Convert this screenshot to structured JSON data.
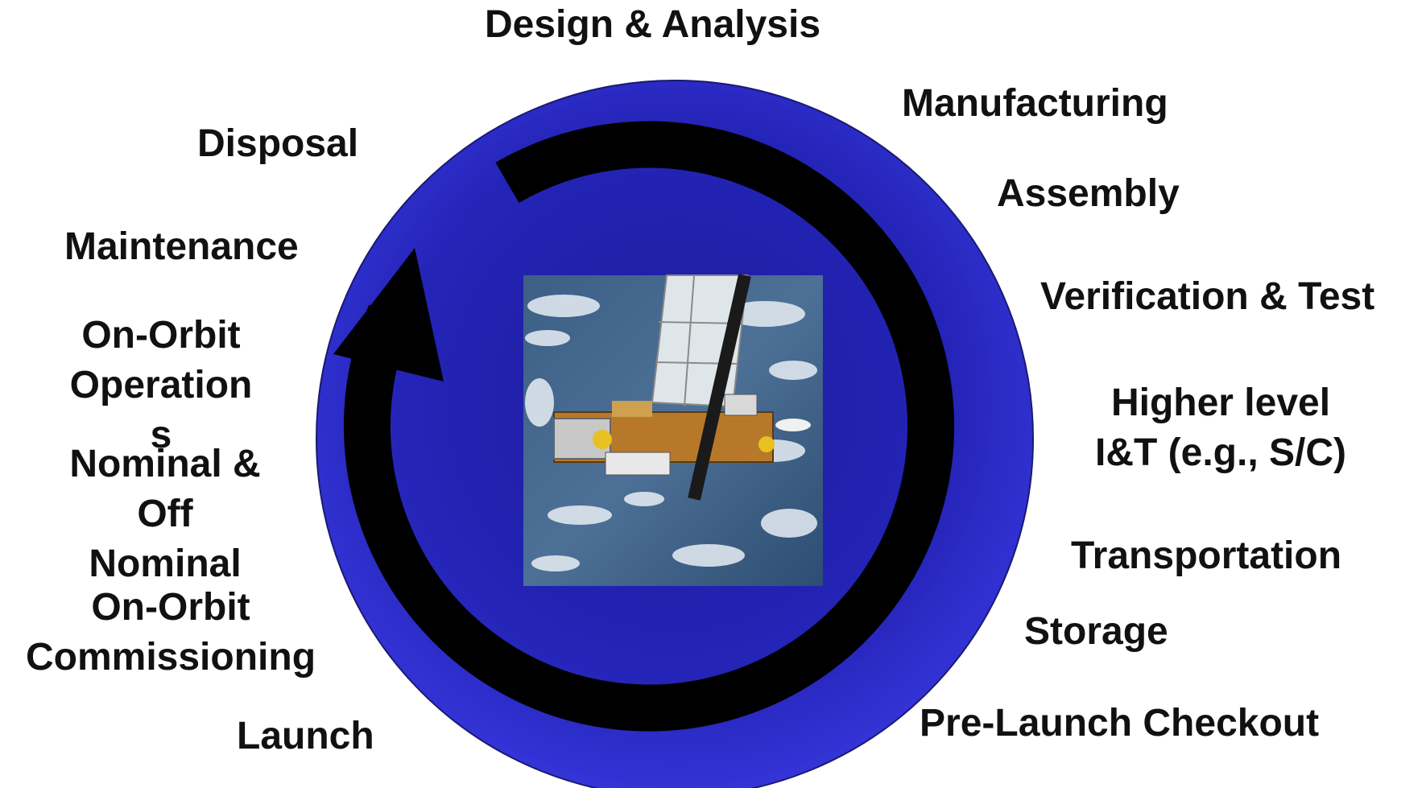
{
  "colors": {
    "disc_outer": "#2a2ad0",
    "disc_inner": "#1a1a8e",
    "arrow": "#000000",
    "text": "#111111"
  },
  "phases": {
    "design_analysis": "Design & Analysis",
    "manufacturing": "Manufacturing",
    "assembly": "Assembly",
    "verification_test": "Verification & Test",
    "higher_level_it": "Higher level\nI&T (e.g., S/C)",
    "transportation": "Transportation",
    "storage": "Storage",
    "pre_launch_checkout": "Pre-Launch Checkout",
    "launch": "Launch",
    "on_orbit_commissioning": "On-Orbit\nCommissioning",
    "nominal_off_nominal": "Nominal &\nOff\nNominal",
    "on_orbit_operations": "On-Orbit\nOperation\ns",
    "maintenance": "Maintenance",
    "disposal": "Disposal"
  },
  "center_image": {
    "icon": "satellite-over-earth-photo"
  }
}
